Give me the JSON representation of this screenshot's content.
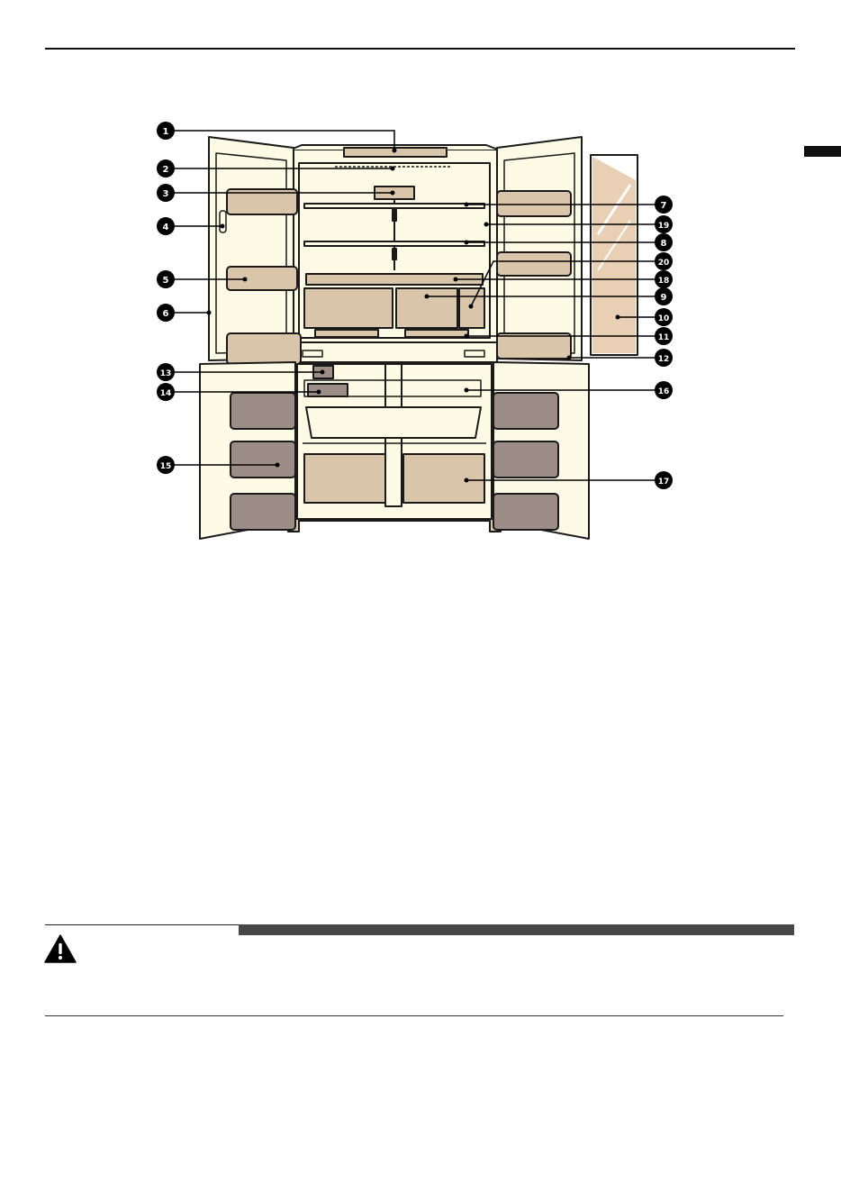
{
  "callouts": [
    {
      "id": "1",
      "label": "1"
    },
    {
      "id": "2",
      "label": "2"
    },
    {
      "id": "3",
      "label": "3"
    },
    {
      "id": "4",
      "label": "4"
    },
    {
      "id": "5",
      "label": "5"
    },
    {
      "id": "6",
      "label": "6"
    },
    {
      "id": "7",
      "label": "7"
    },
    {
      "id": "8",
      "label": "8"
    },
    {
      "id": "9",
      "label": "9"
    },
    {
      "id": "10",
      "label": "10"
    },
    {
      "id": "11",
      "label": "11"
    },
    {
      "id": "12",
      "label": "12"
    },
    {
      "id": "13",
      "label": "13"
    },
    {
      "id": "14",
      "label": "14"
    },
    {
      "id": "15",
      "label": "15"
    },
    {
      "id": "16",
      "label": "16"
    },
    {
      "id": "17",
      "label": "17"
    },
    {
      "id": "18",
      "label": "18"
    },
    {
      "id": "19",
      "label": "19"
    },
    {
      "id": "20",
      "label": "20"
    }
  ],
  "colors": {
    "cabinet": "#fdfbe6",
    "bin": "#d9c5aa",
    "bin_dark": "#9c8e86",
    "outline": "#1a1a1a",
    "callout": "#000000"
  },
  "icons": {
    "warning": "warning-triangle-icon"
  }
}
